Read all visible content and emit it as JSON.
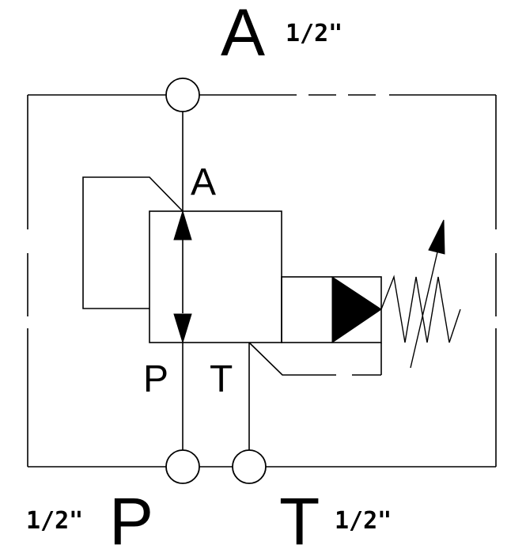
{
  "ports": {
    "top": {
      "name": "A",
      "size": "1/2\""
    },
    "bottom_left": {
      "name": "P",
      "size": "1/2\""
    },
    "bottom_right": {
      "name": "T",
      "size": "1/2\""
    }
  },
  "valve_labels": {
    "a": "A",
    "p": "P",
    "t": "T"
  },
  "colors": {
    "line": "#000000",
    "background": "#ffffff"
  }
}
